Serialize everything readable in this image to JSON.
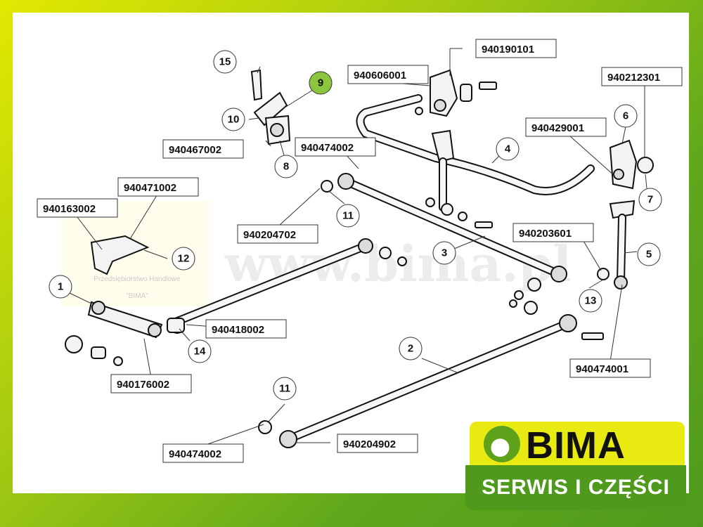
{
  "watermark": "www.bima.pl",
  "stamp": {
    "line1": "Przedsiębiorstwo Handlowe",
    "line2": "\"BIMA\""
  },
  "part_numbers": {
    "p940190101": "940190101",
    "p940606001": "940606001",
    "p940212301": "940212301",
    "p940429001": "940429001",
    "p940467002": "940467002",
    "p940474002a": "940474002",
    "p940471002": "940471002",
    "p940163002": "940163002",
    "p940204702": "940204702",
    "p940203601": "940203601",
    "p940418002": "940418002",
    "p940176002": "940176002",
    "p940474001": "940474001",
    "p940474002b": "940474002",
    "p940204902": "940204902"
  },
  "callouts": {
    "c15": "15",
    "c9": "9",
    "c10": "10",
    "c8": "8",
    "c6": "6",
    "c7": "7",
    "c4": "4",
    "c11a": "11",
    "c12": "12",
    "c3": "3",
    "c5": "5",
    "c1": "1",
    "c13": "13",
    "c14": "14",
    "c2": "2",
    "c11b": "11"
  },
  "highlight_color": "#8cc63f",
  "logo": {
    "brand": "BIMA",
    "subtitle": "SERWIS I CZĘŚCI",
    "colors": {
      "yellow": "#e9ea12",
      "green": "#4f9a1c"
    }
  }
}
